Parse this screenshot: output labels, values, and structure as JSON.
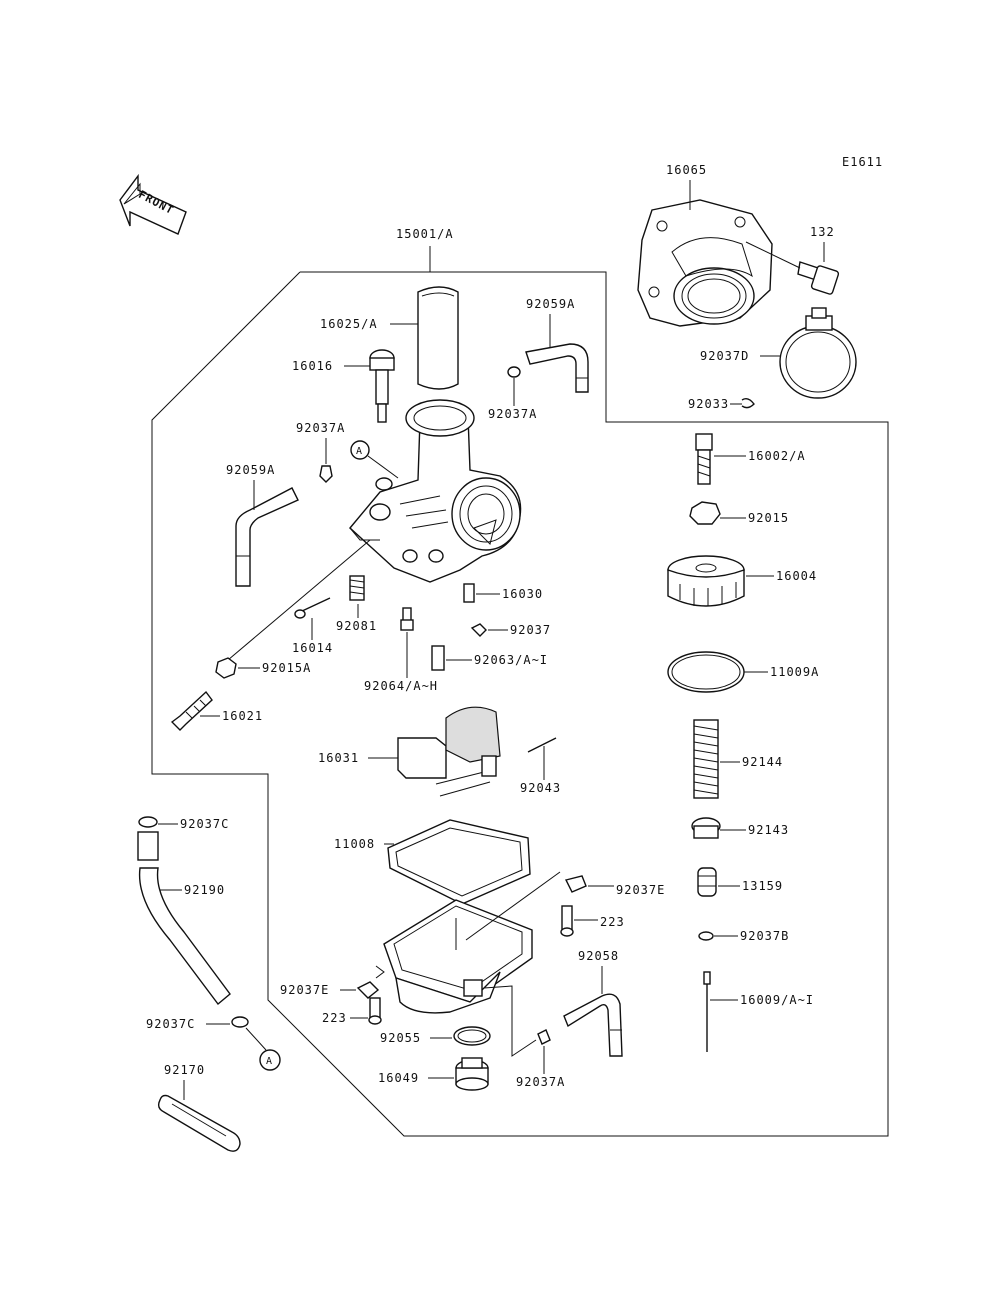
{
  "diagram": {
    "ref_code": "E1611",
    "front_arrow": "FRONT",
    "labels": {
      "l16065": "16065",
      "l132": "132",
      "l15001": "15001/A",
      "l16025": "16025/A",
      "l92059a_top": "92059A",
      "l16016": "16016",
      "l92037a_top": "92037A",
      "l92037d": "92037D",
      "l92033": "92033",
      "l92037a_left": "92037A",
      "l92059a_left": "92059A",
      "l16002": "16002/A",
      "l92015": "92015",
      "l16004": "16004",
      "l16030": "16030",
      "l92081": "92081",
      "l16014": "16014",
      "l92037": "92037",
      "l92063": "92063/A~I",
      "l92015a": "92015A",
      "l92064": "92064/A~H",
      "l11009a": "11009A",
      "l16021": "16021",
      "l16031": "16031",
      "l92043": "92043",
      "l92144": "92144",
      "l92037c_top": "92037C",
      "l92143": "92143",
      "l11008": "11008",
      "l92190": "92190",
      "l92037e_right": "92037E",
      "l13159": "13159",
      "l223_top": "223",
      "l92037b": "92037B",
      "l92058": "92058",
      "l92037e_left": "92037E",
      "l16009": "16009/A~I",
      "l223_bottom": "223",
      "l92037c_bottom": "92037C",
      "l92055": "92055",
      "l92170": "92170",
      "l16049": "16049",
      "l92037a_bottom": "92037A",
      "callout_a1": "A",
      "callout_a2": "A"
    }
  }
}
